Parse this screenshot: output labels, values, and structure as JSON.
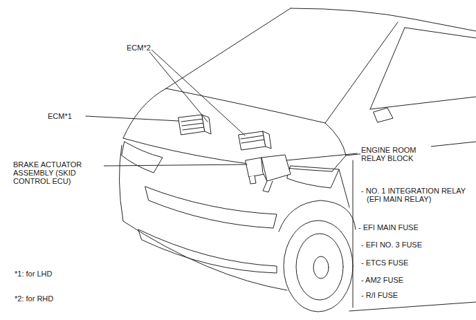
{
  "diagram": {
    "labels": [
      "ECM*2",
      "ECM*1",
      "BRAKE ACTUATOR ASSEMBLY (SKID CONTROL ECU)",
      "ENGINE ROOM RELAY BLOCK",
      "- NO. 1 INTEGRATION RELAY (EFI MAIN RELAY)",
      "- EFI MAIN FUSE",
      "- EFI NO. 3 FUSE",
      "- ETCS FUSE",
      "- AM2 FUSE",
      "- R/I FUSE",
      "*1: for LHD",
      "*2: for RHD"
    ]
  }
}
